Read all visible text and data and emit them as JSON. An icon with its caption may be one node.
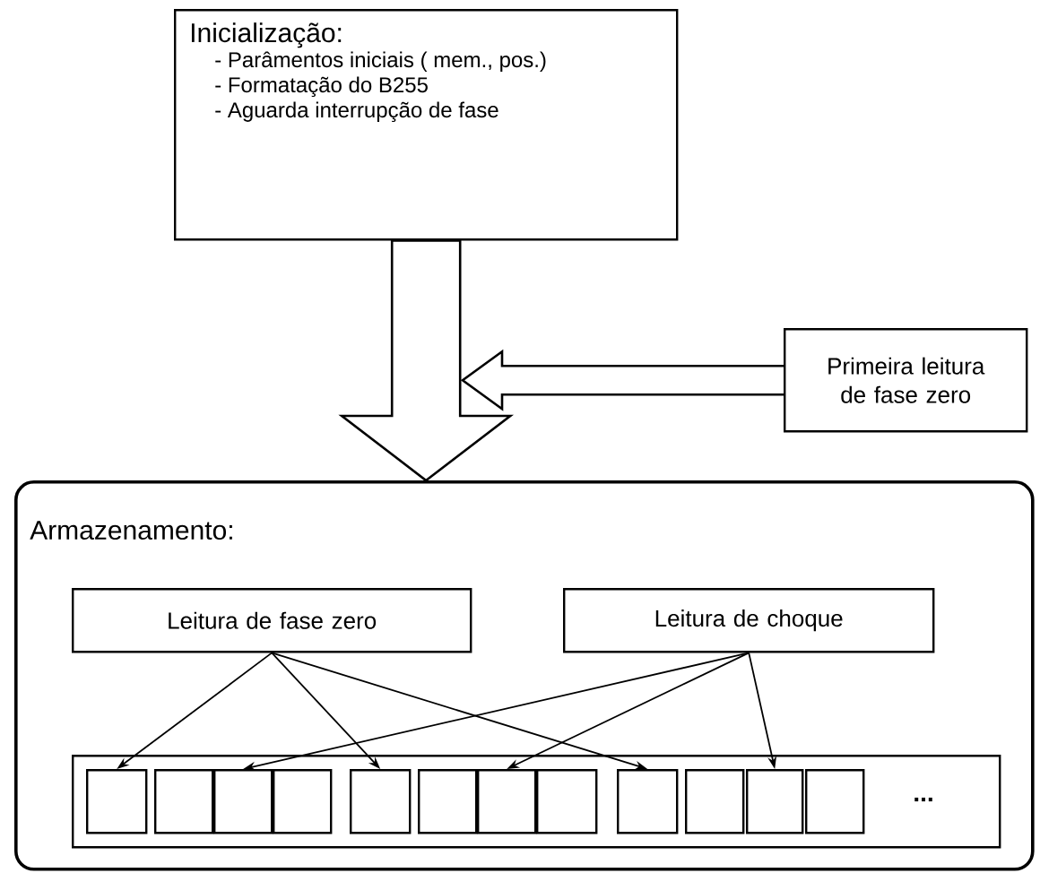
{
  "diagram": {
    "nodes": [
      {
        "text": [
          "Inicialização:",
          "- Parâmentos iniciais ( mem., pos.)",
          "- Formatação do B255",
          "- Aguarda interrupção de fase"
        ]
      },
      {
        "text": [
          "Primeira leitura de fase zero"
        ]
      },
      {
        "text": [
          "Armazenamento:"
        ]
      },
      {
        "text": [
          "Leitura de fase zero"
        ],
        "in": 2
      },
      {
        "text": [
          "Leitura de choque"
        ],
        "in": 2
      },
      {
        "text": [],
        "shape": "box",
        "in": 2
      },
      {
        "text": [],
        "shape": "box",
        "in": 5
      },
      {
        "text": [],
        "shape": "box",
        "in": 5
      },
      {
        "text": [],
        "shape": "box",
        "in": 5
      },
      {
        "text": [],
        "shape": "box",
        "in": 5
      },
      {
        "text": [],
        "shape": "box",
        "in": 5
      },
      {
        "text": [],
        "shape": "box",
        "in": 5
      },
      {
        "text": [],
        "shape": "box",
        "in": 5
      },
      {
        "text": [],
        "shape": "box",
        "in": 5
      },
      {
        "text": [],
        "shape": "box",
        "in": 5
      },
      {
        "text": [],
        "shape": "box",
        "in": 5
      },
      {
        "text": [],
        "shape": "box",
        "in": 5
      },
      {
        "text": [],
        "shape": "box",
        "in": 5
      }
    ],
    "edges": [
      {
        "from": 0,
        "to": 2,
        "arrow": "to",
        "style": "thick"
      },
      {
        "from": 1,
        "to": null,
        "arrow": "to",
        "style": "thick"
      },
      {
        "from": 3,
        "to": 6,
        "arrow": "to"
      },
      {
        "from": 3,
        "to": 10,
        "arrow": "to"
      },
      {
        "from": 3,
        "to": 14,
        "arrow": "to"
      },
      {
        "from": 4,
        "to": 8,
        "arrow": "to"
      },
      {
        "from": 4,
        "to": 12,
        "arrow": "to"
      },
      {
        "from": 4,
        "to": 16,
        "arrow": "to"
      }
    ],
    "labels": [
      "..."
    ]
  }
}
